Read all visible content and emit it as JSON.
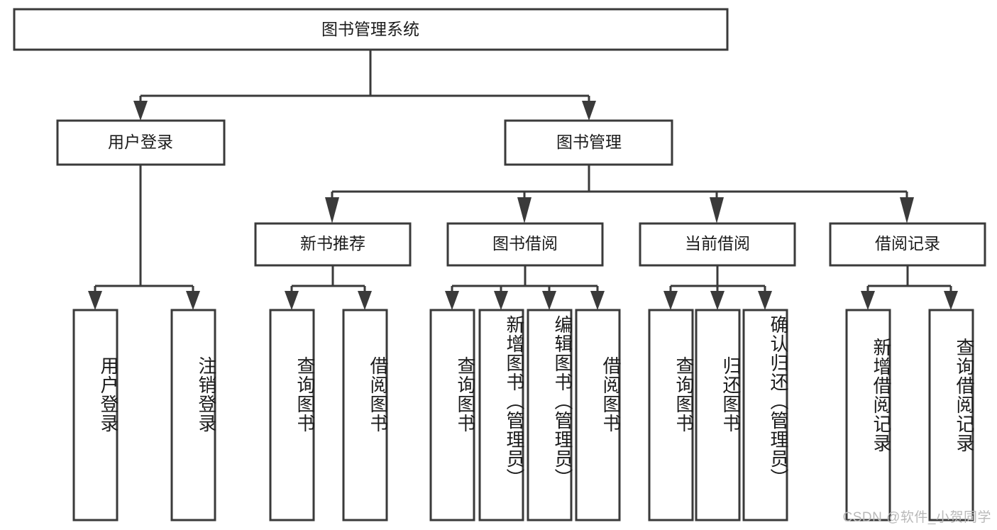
{
  "diagram": {
    "type": "tree-hierarchy",
    "title_node": {
      "label": "图书管理系统"
    },
    "level2": [
      {
        "id": "user-login",
        "label": "用户登录"
      },
      {
        "id": "book-management",
        "label": "图书管理"
      }
    ],
    "level3": [
      {
        "id": "new-book-recommend",
        "label": "新书推荐"
      },
      {
        "id": "book-borrow",
        "label": "图书借阅"
      },
      {
        "id": "current-borrow",
        "label": "当前借阅"
      },
      {
        "id": "borrow-record",
        "label": "借阅记录"
      }
    ],
    "leaves": {
      "user_login": [
        {
          "id": "leaf-user-login",
          "label": "用户登录"
        },
        {
          "id": "leaf-logout-login",
          "label": "注销登录"
        }
      ],
      "new_book_recommend": [
        {
          "id": "leaf-query-book-1",
          "label": "查询图书"
        },
        {
          "id": "leaf-borrow-book-1",
          "label": "借阅图书"
        }
      ],
      "book_borrow": [
        {
          "id": "leaf-query-book-2",
          "label": "查询图书"
        },
        {
          "id": "leaf-add-book",
          "label": "新增图书（管理员）"
        },
        {
          "id": "leaf-edit-book",
          "label": "编辑图书（管理员）"
        },
        {
          "id": "leaf-borrow-book-2",
          "label": "借阅图书"
        }
      ],
      "current_borrow": [
        {
          "id": "leaf-query-book-3",
          "label": "查询图书"
        },
        {
          "id": "leaf-return-book",
          "label": "归还图书"
        },
        {
          "id": "leaf-confirm-return",
          "label": "确认归还（管理员）"
        }
      ],
      "borrow_record": [
        {
          "id": "leaf-add-record",
          "label": "新增借阅记录"
        },
        {
          "id": "leaf-query-record",
          "label": "查询借阅记录"
        }
      ]
    }
  },
  "watermark": {
    "text": "CSDN @软件_小贺同学"
  },
  "colors": {
    "stroke": "#3a3a3a",
    "box_fill": "#ffffff",
    "text": "#1b1b1b",
    "watermark": "#b9b9b9",
    "background": "#ffffff"
  }
}
